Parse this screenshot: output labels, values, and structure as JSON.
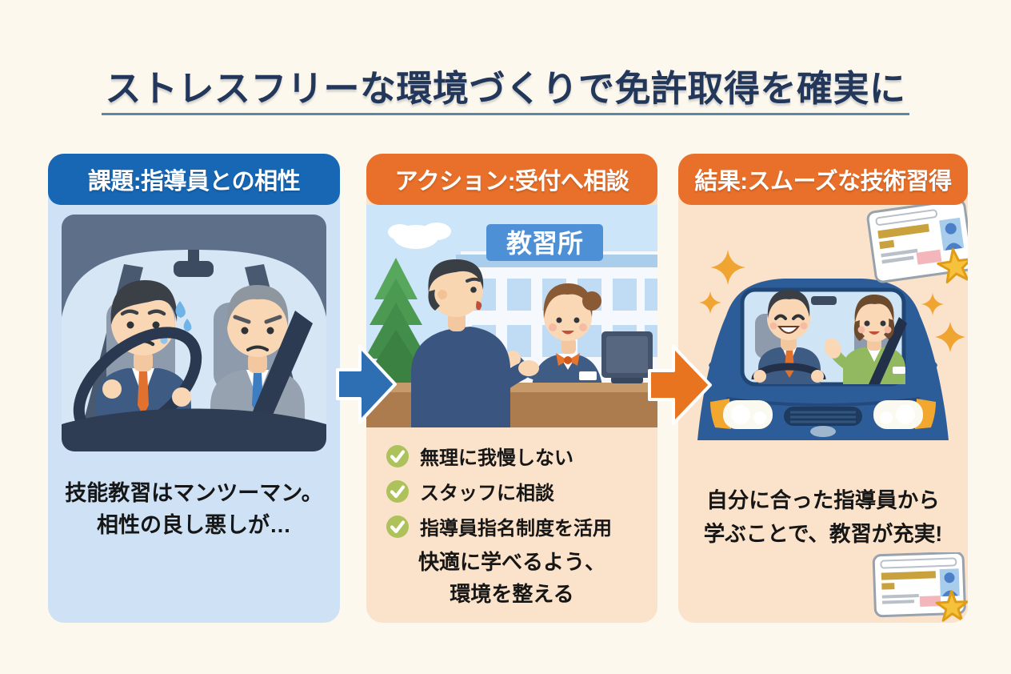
{
  "page": {
    "title": "ストレスフリーな環境づくりで免許取得を確実に"
  },
  "panels": {
    "problem": {
      "header": "課題:指導員との相性",
      "body_line1": "技能教習はマンツーマン。",
      "body_line2": "相性の良し悪しが…",
      "illustration": "不安な教習生と厳しい指導員が乗る車内"
    },
    "action": {
      "header": "アクション:受付へ相談",
      "sign": "教習所",
      "checklist": [
        {
          "label": "無理に我慢しない"
        },
        {
          "label": "スタッフに相談"
        },
        {
          "label": "指導員指名制度を活用"
        }
      ],
      "body_line1": "快適に学べるよう、",
      "body_line2": "環境を整える",
      "illustration": "教習所の受付で相談する教習生とスタッフ"
    },
    "result": {
      "header": "結果:スムーズな技術習得",
      "body_line1": "自分に合った指導員から",
      "body_line2": "学ぶことで、教習が充実!",
      "illustration": "笑顔の教習生と指導員が乗る青い車と免許証"
    }
  },
  "icons": {
    "check": "checkmark-circle",
    "arrow_blue": "arrow-right",
    "arrow_orange": "arrow-right",
    "star": "gold-star",
    "sparkle": "sparkle",
    "license": "license-card"
  },
  "colors": {
    "background": "#fdf8ed",
    "title_text": "#22375a",
    "title_underline": "#5c86a5",
    "panel_problem_bg": "#cfe2f5",
    "panel_action_bg": "#fbe3cb",
    "header_blue": "#1767b4",
    "header_orange": "#e8702a",
    "arrow_blue": "#2e6fb3",
    "arrow_orange": "#e8741f",
    "check_circle": "#aec25b",
    "car_blue": "#2d5d99",
    "star_gold": "#f6c23d"
  }
}
